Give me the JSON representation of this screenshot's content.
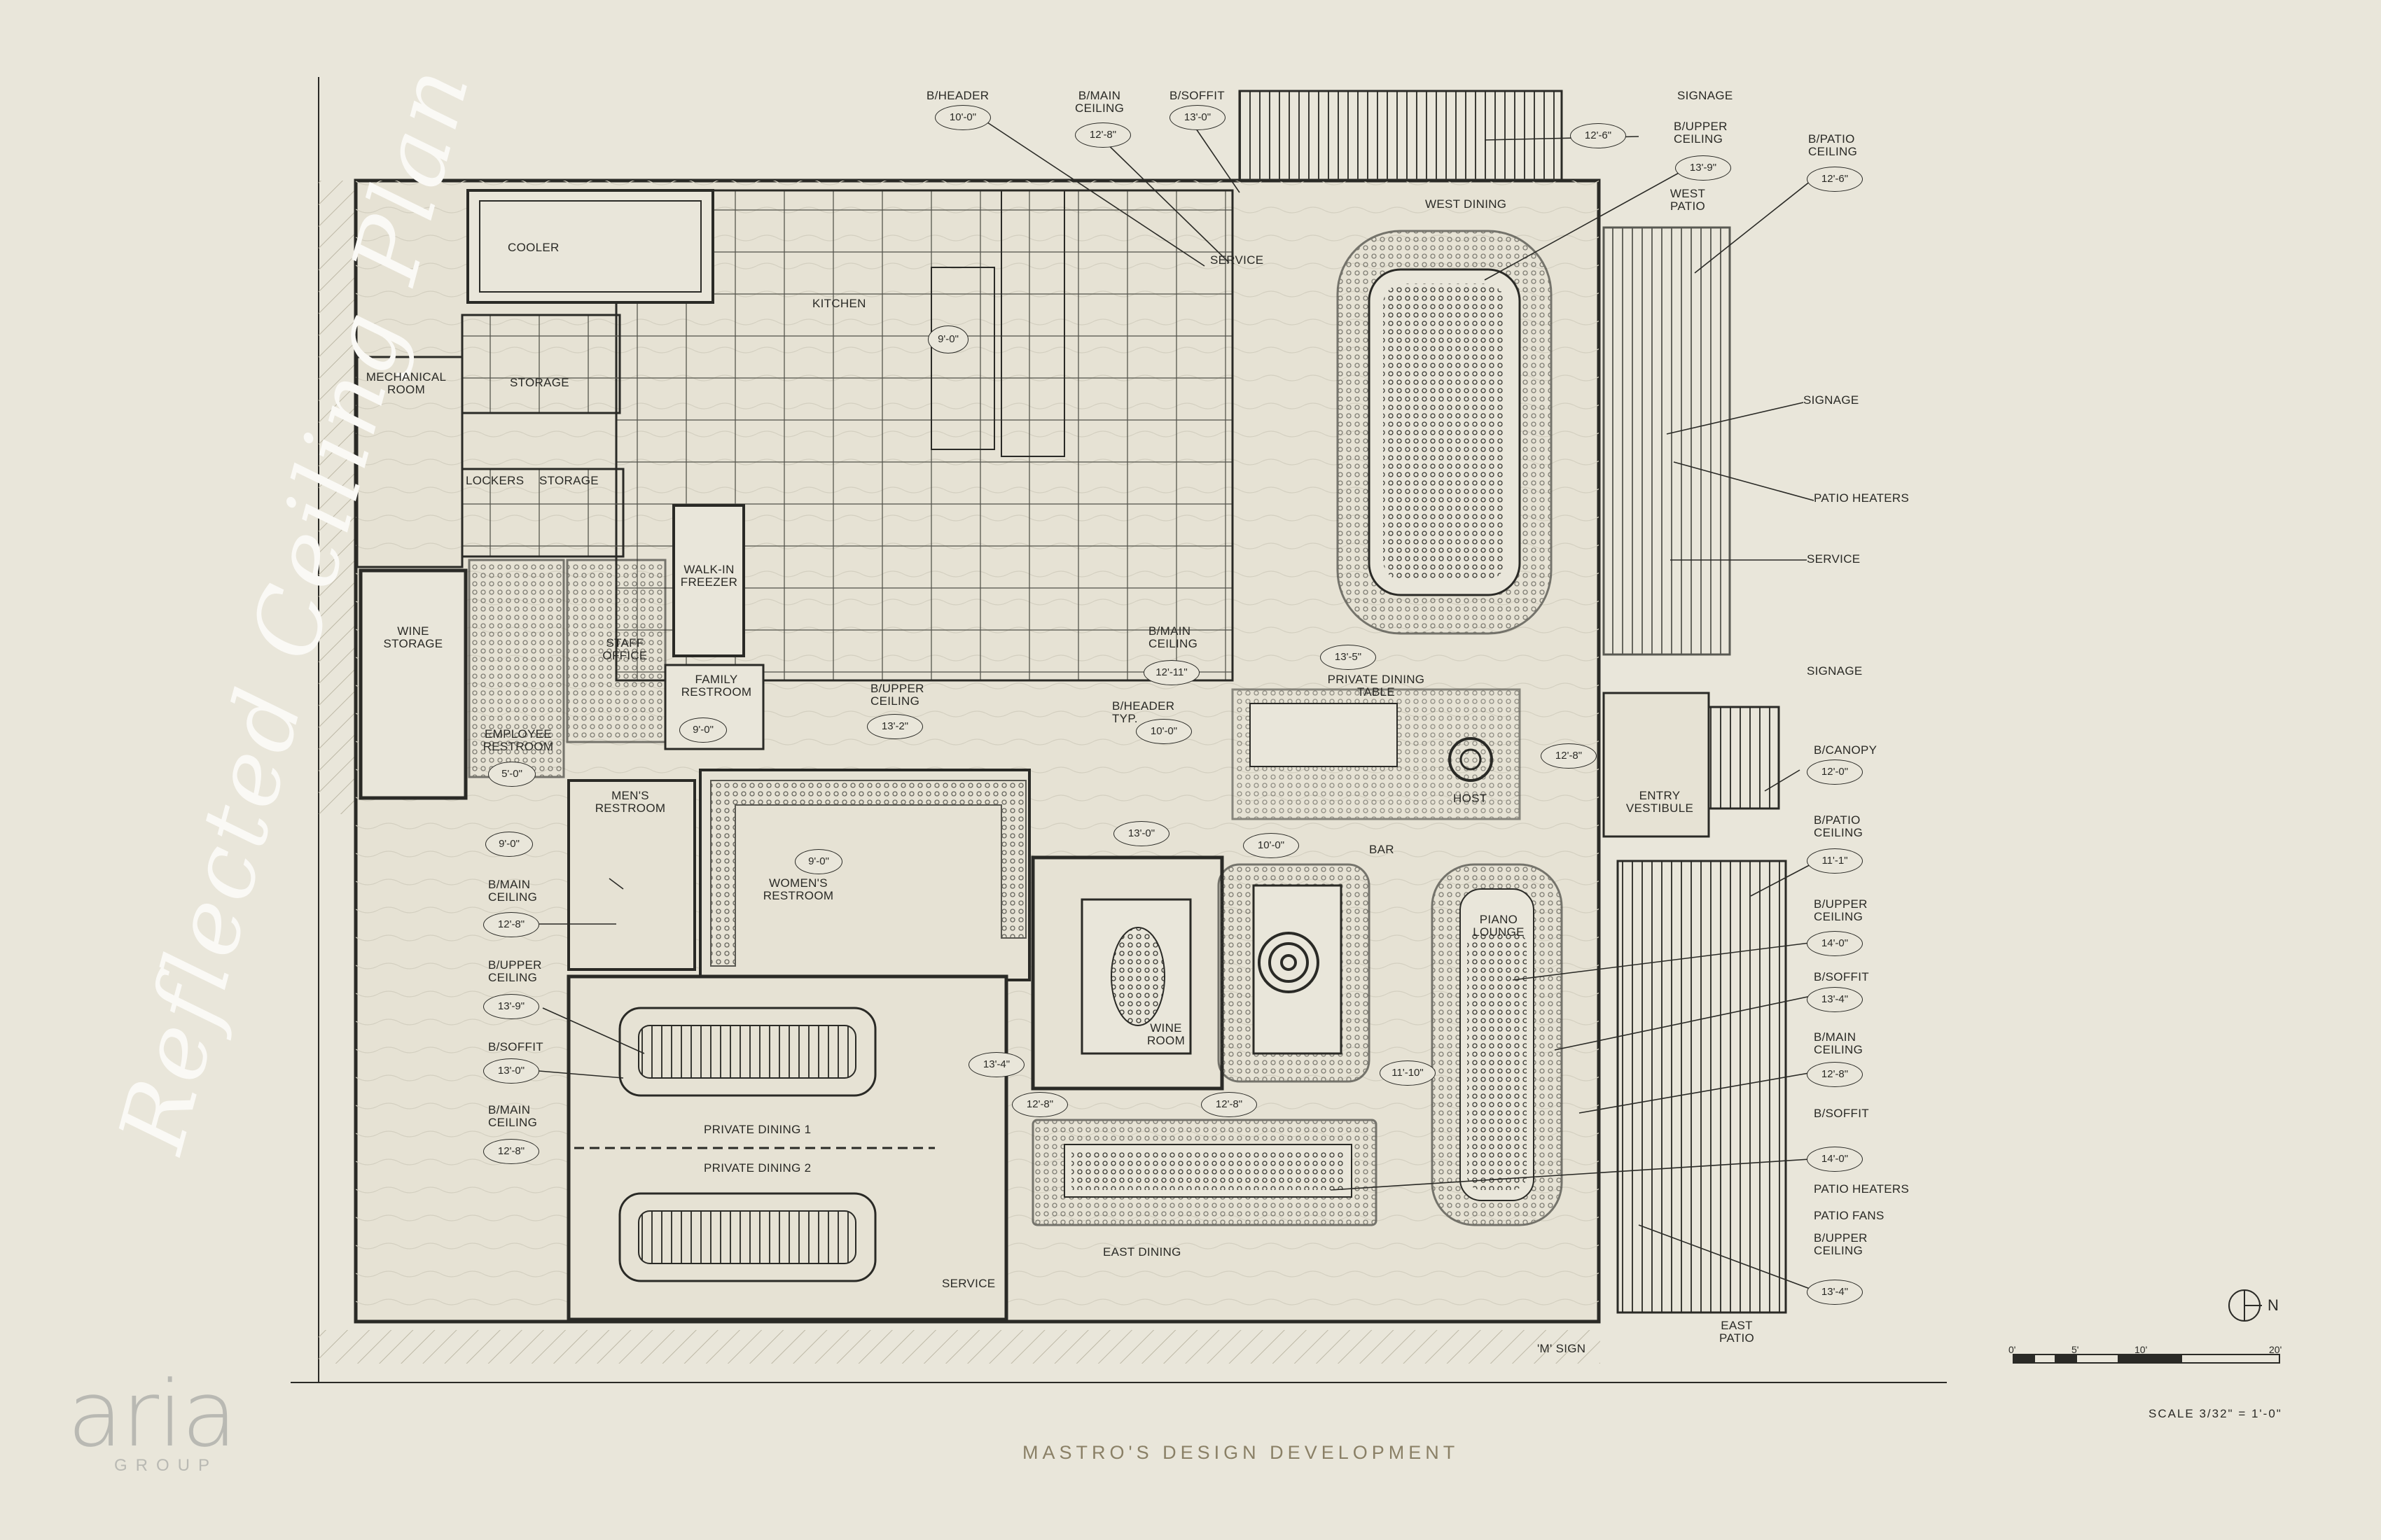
{
  "sheet": {
    "side_title": "Reflected Ceiling Plan",
    "brand": "aria",
    "brand_sub": "GROUP",
    "footer": "MASTRO'S DESIGN DEVELOPMENT",
    "scale_text": "SCALE 3/32\" = 1'-0\"",
    "north": "N",
    "scale_ticks": [
      "0'",
      "5'",
      "10'",
      "20'"
    ]
  },
  "rooms": {
    "cooler": "COOLER",
    "kitchen": "KITCHEN",
    "mechanical": "MECHANICAL ROOM",
    "storage1": "STORAGE",
    "lockers": "LOCKERS",
    "storage2": "STORAGE",
    "walkin": "WALK-IN FREEZER",
    "wine_storage": "WINE STORAGE",
    "staff_office": "STAFF OFFICE",
    "family_rr": "FAMILY RESTROOM",
    "employee_rr": "EMPLOYEE RESTROOM",
    "mens_rr": "MEN'S RESTROOM",
    "womens_rr": "WOMEN'S RESTROOM",
    "private_dining_1": "PRIVATE DINING 1",
    "private_dining_2": "PRIVATE DINING 2",
    "east_dining": "EAST DINING",
    "wine_room": "WINE ROOM",
    "bar": "BAR",
    "piano_lounge": "PIANO LOUNGE",
    "west_dining": "WEST DINING",
    "private_dining_table": "PRIVATE DINING TABLE",
    "host": "HOST",
    "entry_vestibule": "ENTRY VESTIBULE",
    "west_patio": "WEST PATIO",
    "east_patio": "EAST PATIO",
    "service_kitchen": "SERVICE",
    "service_east": "SERVICE"
  },
  "notes": {
    "b_header": "B/HEADER",
    "b_main_1": "B/MAIN CEILING",
    "b_soffit_1": "B/SOFFIT",
    "signage_1": "SIGNAGE",
    "b_upper_1": "B/UPPER CEILING",
    "b_patio_1": "B/PATIO CEILING",
    "signage_2": "SIGNAGE",
    "patio_heaters_1": "PATIO HEATERS",
    "service_r": "SERVICE",
    "signage_3": "SIGNAGE",
    "b_canopy": "B/CANOPY",
    "b_patio_2": "B/PATIO CEILING",
    "b_upper_2": "B/UPPER CEILING",
    "b_soffit_2": "B/SOFFIT",
    "b_main_2": "B/MAIN CEILING",
    "b_soffit_3": "B/SOFFIT",
    "patio_heaters_2": "PATIO HEATERS",
    "patio_fans": "PATIO FANS",
    "b_upper_3": "B/UPPER CEILING",
    "b_main_3": "B/MAIN CEILING",
    "b_upper_4": "B/UPPER CEILING",
    "b_header_typ": "B/HEADER TYP.",
    "b_main_4": "B/MAIN CEILING",
    "b_upper_5": "B/UPPER CEILING",
    "b_soffit_4": "B/SOFFIT",
    "b_main_5": "B/MAIN CEILING",
    "m_sign": "'M' SIGN"
  },
  "tags": {
    "t1": "10'-0\"",
    "t2": "12'-8\"",
    "t3": "13'-0\"",
    "t4": "12'-6\"",
    "t5": "13'-9\"",
    "t6": "12'-6\"",
    "t7": "9'-0\"",
    "t8": "12'-11\"",
    "t9": "13'-5\"",
    "t10": "12'-8\"",
    "t11": "12'-0\"",
    "t12": "11'-1\"",
    "t13": "14'-0\"",
    "t14": "13'-4\"",
    "t15": "12'-8\"",
    "t16": "14'-0\"",
    "t17": "13'-4\"",
    "t18": "10'-0\"",
    "t19": "13'-0\"",
    "t20": "10'-0\"",
    "t21": "13'-2\"",
    "t22": "9'-0\"",
    "t23": "5'-0\"",
    "t24": "9'-0\"",
    "t25": "9'-0\"",
    "t26": "12'-8\"",
    "t27": "13'-9\"",
    "t28": "13'-0\"",
    "t29": "12'-8\"",
    "t30": "13'-4\"",
    "t31": "12'-8\"",
    "t32": "12'-8\"",
    "t33": "11'-10\""
  },
  "colors": {
    "paper": "#e9e6da",
    "ink": "#2a2a26",
    "accent": "#8a8066",
    "brand": "#b9b9b3"
  }
}
